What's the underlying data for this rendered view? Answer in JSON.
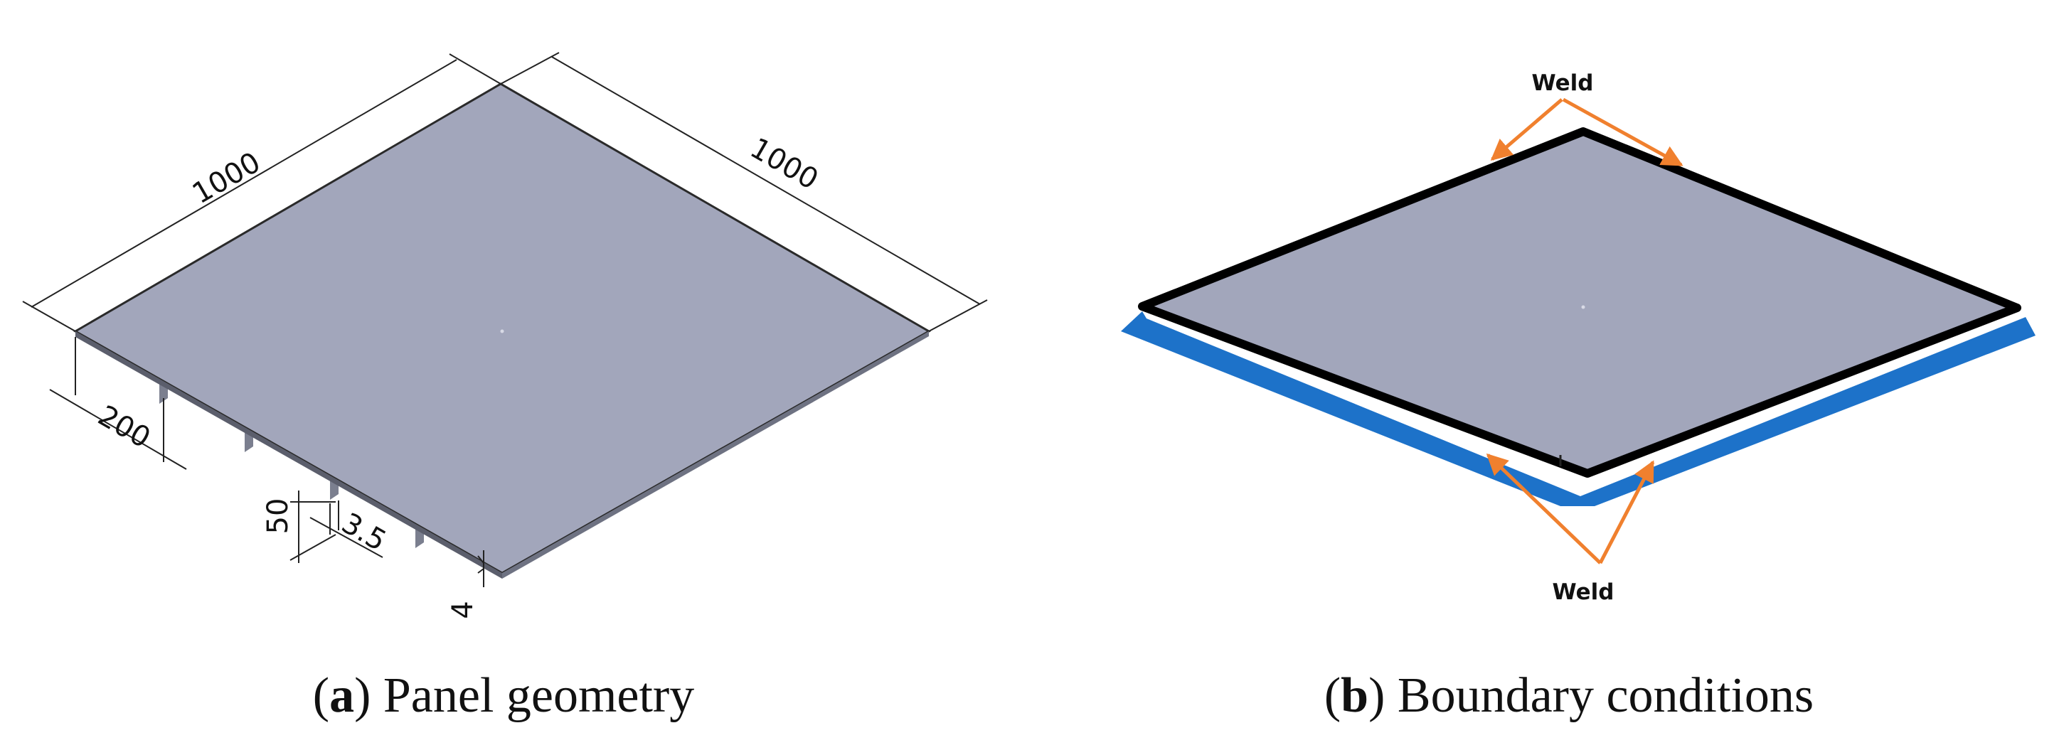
{
  "panel_a": {
    "dims": {
      "length_left": "1000",
      "length_right": "1000",
      "stiffener_spacing": "200",
      "stiffener_height": "50",
      "stiffener_thickness": "3.5",
      "plate_thickness": "4"
    },
    "caption": {
      "open": "(",
      "letter": "a",
      "close": ")",
      "text": " Panel geometry"
    }
  },
  "panel_b": {
    "weld_top": "Weld",
    "weld_bottom": "Weld",
    "caption": {
      "open": "(",
      "letter": "b",
      "close": ")",
      "text": " Boundary conditions"
    }
  },
  "colors": {
    "plate": "#a2a6bb",
    "stiffener": "#7b7f8f",
    "support": "#1d72c9",
    "weld_arrow": "#f0802e",
    "edge": "#000000"
  }
}
